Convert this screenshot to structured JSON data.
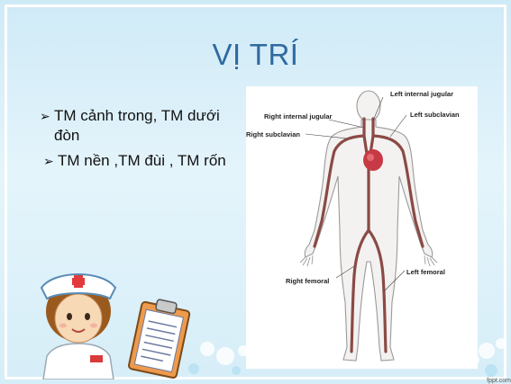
{
  "slide": {
    "title": "VỊ TRÍ",
    "bullets": [
      "TM cảnh trong, TM dưới đòn",
      "TM nền ,TM đùi , TM rốn"
    ],
    "bullet_marker": "➢"
  },
  "figure": {
    "labels": {
      "left_internal_jugular": "Left internal jugular",
      "right_internal_jugular": "Right internal jugular",
      "left_subclavian": "Left subclavian",
      "right_subclavian": "Right subclavian",
      "left_femoral": "Left femoral",
      "right_femoral": "Right femoral"
    }
  },
  "watermark": "fppt.com",
  "colors": {
    "title": "#2f6aa0",
    "background": "#d6eef8",
    "vein": "#8b4a45",
    "heart": "#c73a45"
  }
}
